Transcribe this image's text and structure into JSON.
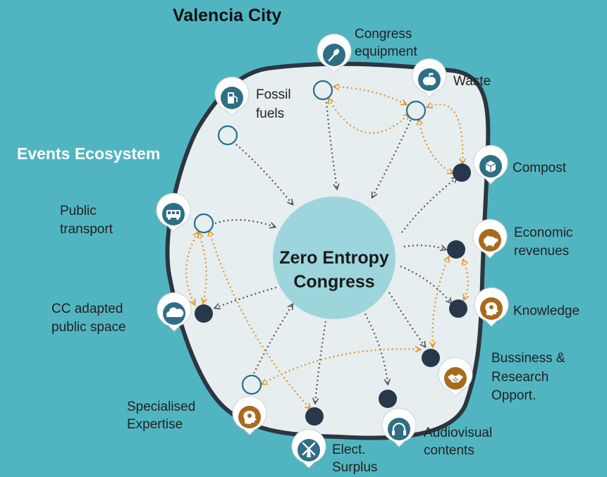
{
  "title": "Valencia City",
  "ecosystem_label": "Events Ecosystem",
  "center": {
    "line1": "Zero Entropy",
    "line2": "Congress"
  },
  "nodes": {
    "congress_equipment": {
      "line1": "Congress",
      "line2": "equipment",
      "icon": "spoon-icon"
    },
    "waste": {
      "line1": "Waste",
      "icon": "apple-icon"
    },
    "fossil_fuels": {
      "line1": "Fossil",
      "line2": "fuels",
      "icon": "fuel-pump-icon"
    },
    "compost": {
      "line1": "Compost",
      "icon": "box-icon"
    },
    "public_transport": {
      "line1": "Public",
      "line2": "transport",
      "icon": "bus-icon"
    },
    "economic_revenues": {
      "line1": "Economic",
      "line2": "revenues",
      "icon": "piggy-bank-icon"
    },
    "knowledge": {
      "line1": "Knowledge",
      "icon": "head-gear-icon"
    },
    "cc_public_space": {
      "line1": "CC adapted",
      "line2": "public space",
      "icon": "cloud-icon"
    },
    "business": {
      "line1": "Bussiness &",
      "line2": "Research",
      "line3": "Opport.",
      "icon": "handshake-icon"
    },
    "specialised_expertise": {
      "line1": "Specialised",
      "line2": "Expertise",
      "icon": "head-gear-icon"
    },
    "audiovisual": {
      "line1": "Audiovisual",
      "line2": "contents",
      "icon": "headphones-icon"
    },
    "elect_surplus": {
      "line1": "Elect.",
      "line2": "Surplus",
      "icon": "windmill-icon"
    }
  },
  "colors": {
    "background": "#51b5c1",
    "region_fill": "#e6eef0",
    "region_stroke": "#2b3640",
    "center_fill": "#9dd5dc",
    "input_node": "#2b6f8c",
    "output_node": "#27384a",
    "arrow_gray": "#555555",
    "arrow_orange": "#e8901f",
    "pin_teal": "#2f6f86",
    "pin_brown": "#a86a1c"
  }
}
